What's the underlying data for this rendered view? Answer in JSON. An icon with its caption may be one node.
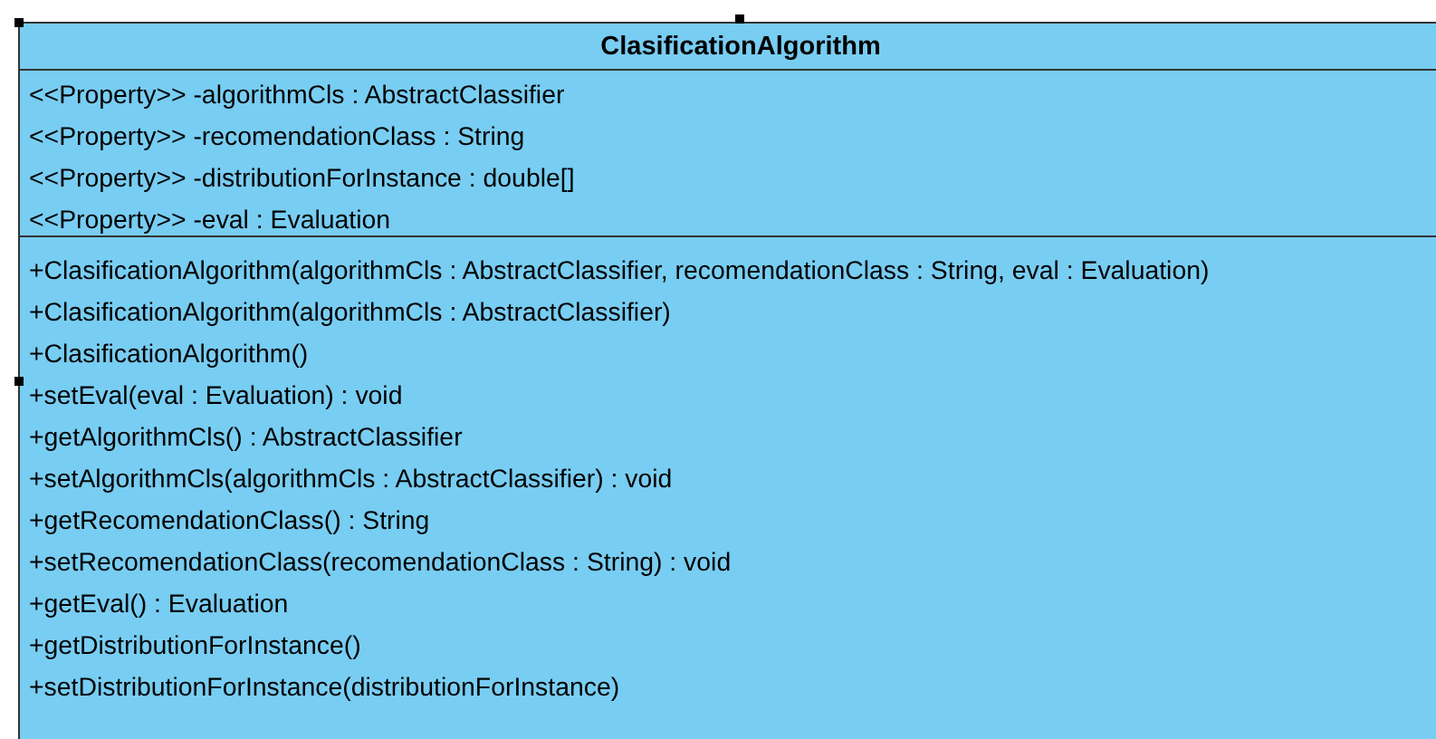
{
  "diagram": {
    "nodes": [
      {
        "text": [
          "ClasificationAlgorithm",
          "<<Property>> -algorithmCls : AbstractClassifier",
          "<<Property>> -recomendationClass : String",
          "<<Property>> -distributionForInstance : double[]",
          "<<Property>> -eval : Evaluation",
          "+ClasificationAlgorithm(algorithmCls : AbstractClassifier, recomendationClass : String, eval : Evaluation)",
          "+ClasificationAlgorithm(algorithmCls : AbstractClassifier)",
          "+ClasificationAlgorithm()",
          "+setEval(eval : Evaluation) : void",
          "+getAlgorithmCls() : AbstractClassifier",
          "+setAlgorithmCls(algorithmCls : AbstractClassifier) : void",
          "+getRecomendationClass() : String",
          "+setRecomendationClass(recomendationClass : String) : void",
          "+getEval() : Evaluation",
          "+getDistributionForInstance()",
          "+setDistributionForInstance(distributionForInstance)"
        ]
      }
    ]
  }
}
